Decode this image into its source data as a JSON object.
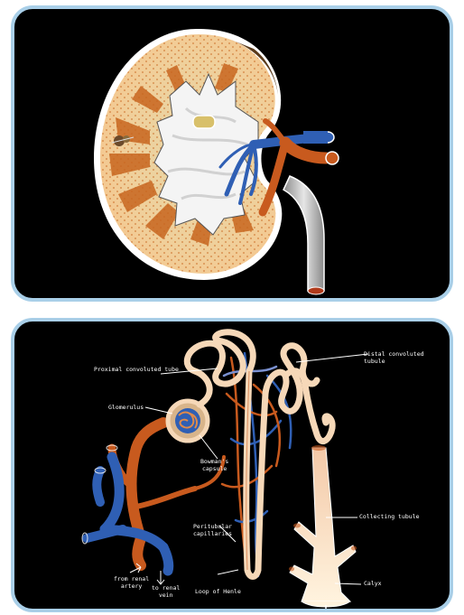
{
  "figure": {
    "panels": [
      {
        "id": "kidney-cross-section"
      },
      {
        "id": "nephron-detail"
      }
    ],
    "labels": {
      "distal_convoluted_tubule": "Distal convoluted\ntubule",
      "proximal_convoluted_tubule": "Proximal convoluted tube",
      "glomerulus": "Glomerulus",
      "bowmans_capsule": "Bowman's\ncapsule",
      "peritubular_capillaries": "Peritubular\ncapillaries",
      "collecting_tubule": "Collecting tubule",
      "calyx": "Calyx",
      "loop_of_henle": "Loop of Henle",
      "from_renal_artery": "from renal\nartery",
      "to_renal_vein": "to renal\nvein"
    },
    "colors": {
      "panel_border": "#a9cfe8",
      "panel_bg": "#000000",
      "artery": "#c85a1e",
      "vein": "#2f5fb4",
      "cortex": "#f3cf9c",
      "medulla": "#d9c78f",
      "tubule": "#f6d8b8",
      "ureter": "#c8c8c8"
    }
  }
}
